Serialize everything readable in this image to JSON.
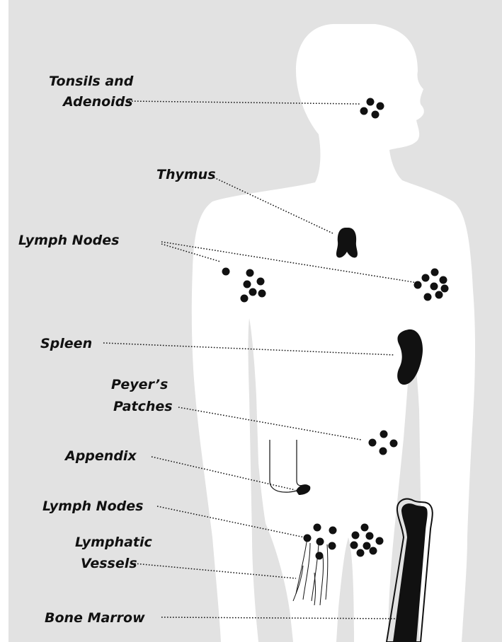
{
  "colors": {
    "background": "#e2e2e2",
    "body": "#ffffff",
    "organ": "#111111",
    "leader": "#111111"
  },
  "labels": {
    "tonsils_line1": "Tonsils and",
    "tonsils_line2": "Adenoids",
    "thymus": "Thymus",
    "lymph_nodes_upper": "Lymph Nodes",
    "spleen": "Spleen",
    "peyers_line1": "Peyer’s",
    "peyers_line2": "Patches",
    "appendix": "Appendix",
    "lymph_nodes_lower": "Lymph Nodes",
    "lymphatic_line1": "Lymphatic",
    "lymphatic_line2": "Vessels",
    "bone_marrow": "Bone Marrow"
  }
}
